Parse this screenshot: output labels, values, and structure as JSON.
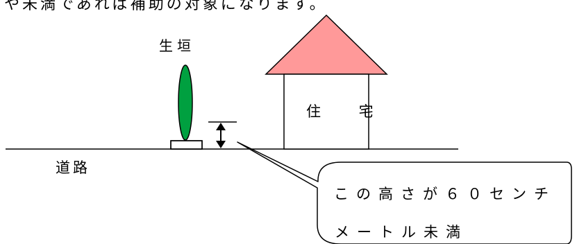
{
  "top_text": "や未満であれば補助の対象になります。",
  "labels": {
    "hedge": "生垣",
    "house": "住 宅",
    "road": "道路"
  },
  "callout": {
    "line1": "この高さが６０センチ",
    "line2": "メートル未満"
  },
  "colors": {
    "roof": "#ff9999",
    "hedge": "#00a040",
    "line": "#000000",
    "background": "#ffffff"
  }
}
